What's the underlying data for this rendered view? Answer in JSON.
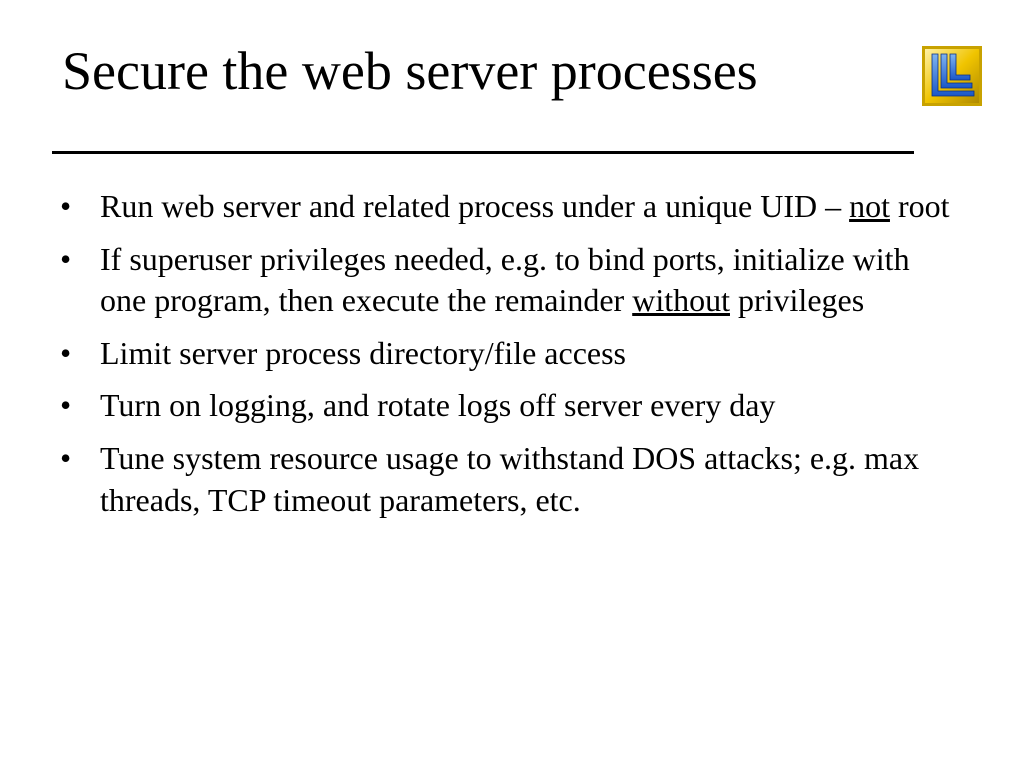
{
  "slide": {
    "title": "Secure the web server processes",
    "bullet_marker": "•",
    "bullets": [
      {
        "before": "Run web server and related process under a unique UID – ",
        "emphasis": "not",
        "after": " root"
      },
      {
        "before": "If superuser privileges needed, e.g. to bind ports, initialize with one program, then execute the remainder ",
        "emphasis": "without",
        "after": " privileges"
      },
      {
        "text": "Limit server process directory/file access"
      },
      {
        "text": "Turn on logging, and rotate logs off server every day"
      },
      {
        "text": "Tune system resource usage to withstand DOS attacks; e.g. max threads, TCP timeout parameters, etc."
      }
    ]
  },
  "logo": {
    "icon": "institution-logo-icon",
    "colors": {
      "frame": "#c8a200",
      "background": "#f0c400",
      "blue": "#1a57c8",
      "light_blue": "#7fb4f0"
    }
  }
}
